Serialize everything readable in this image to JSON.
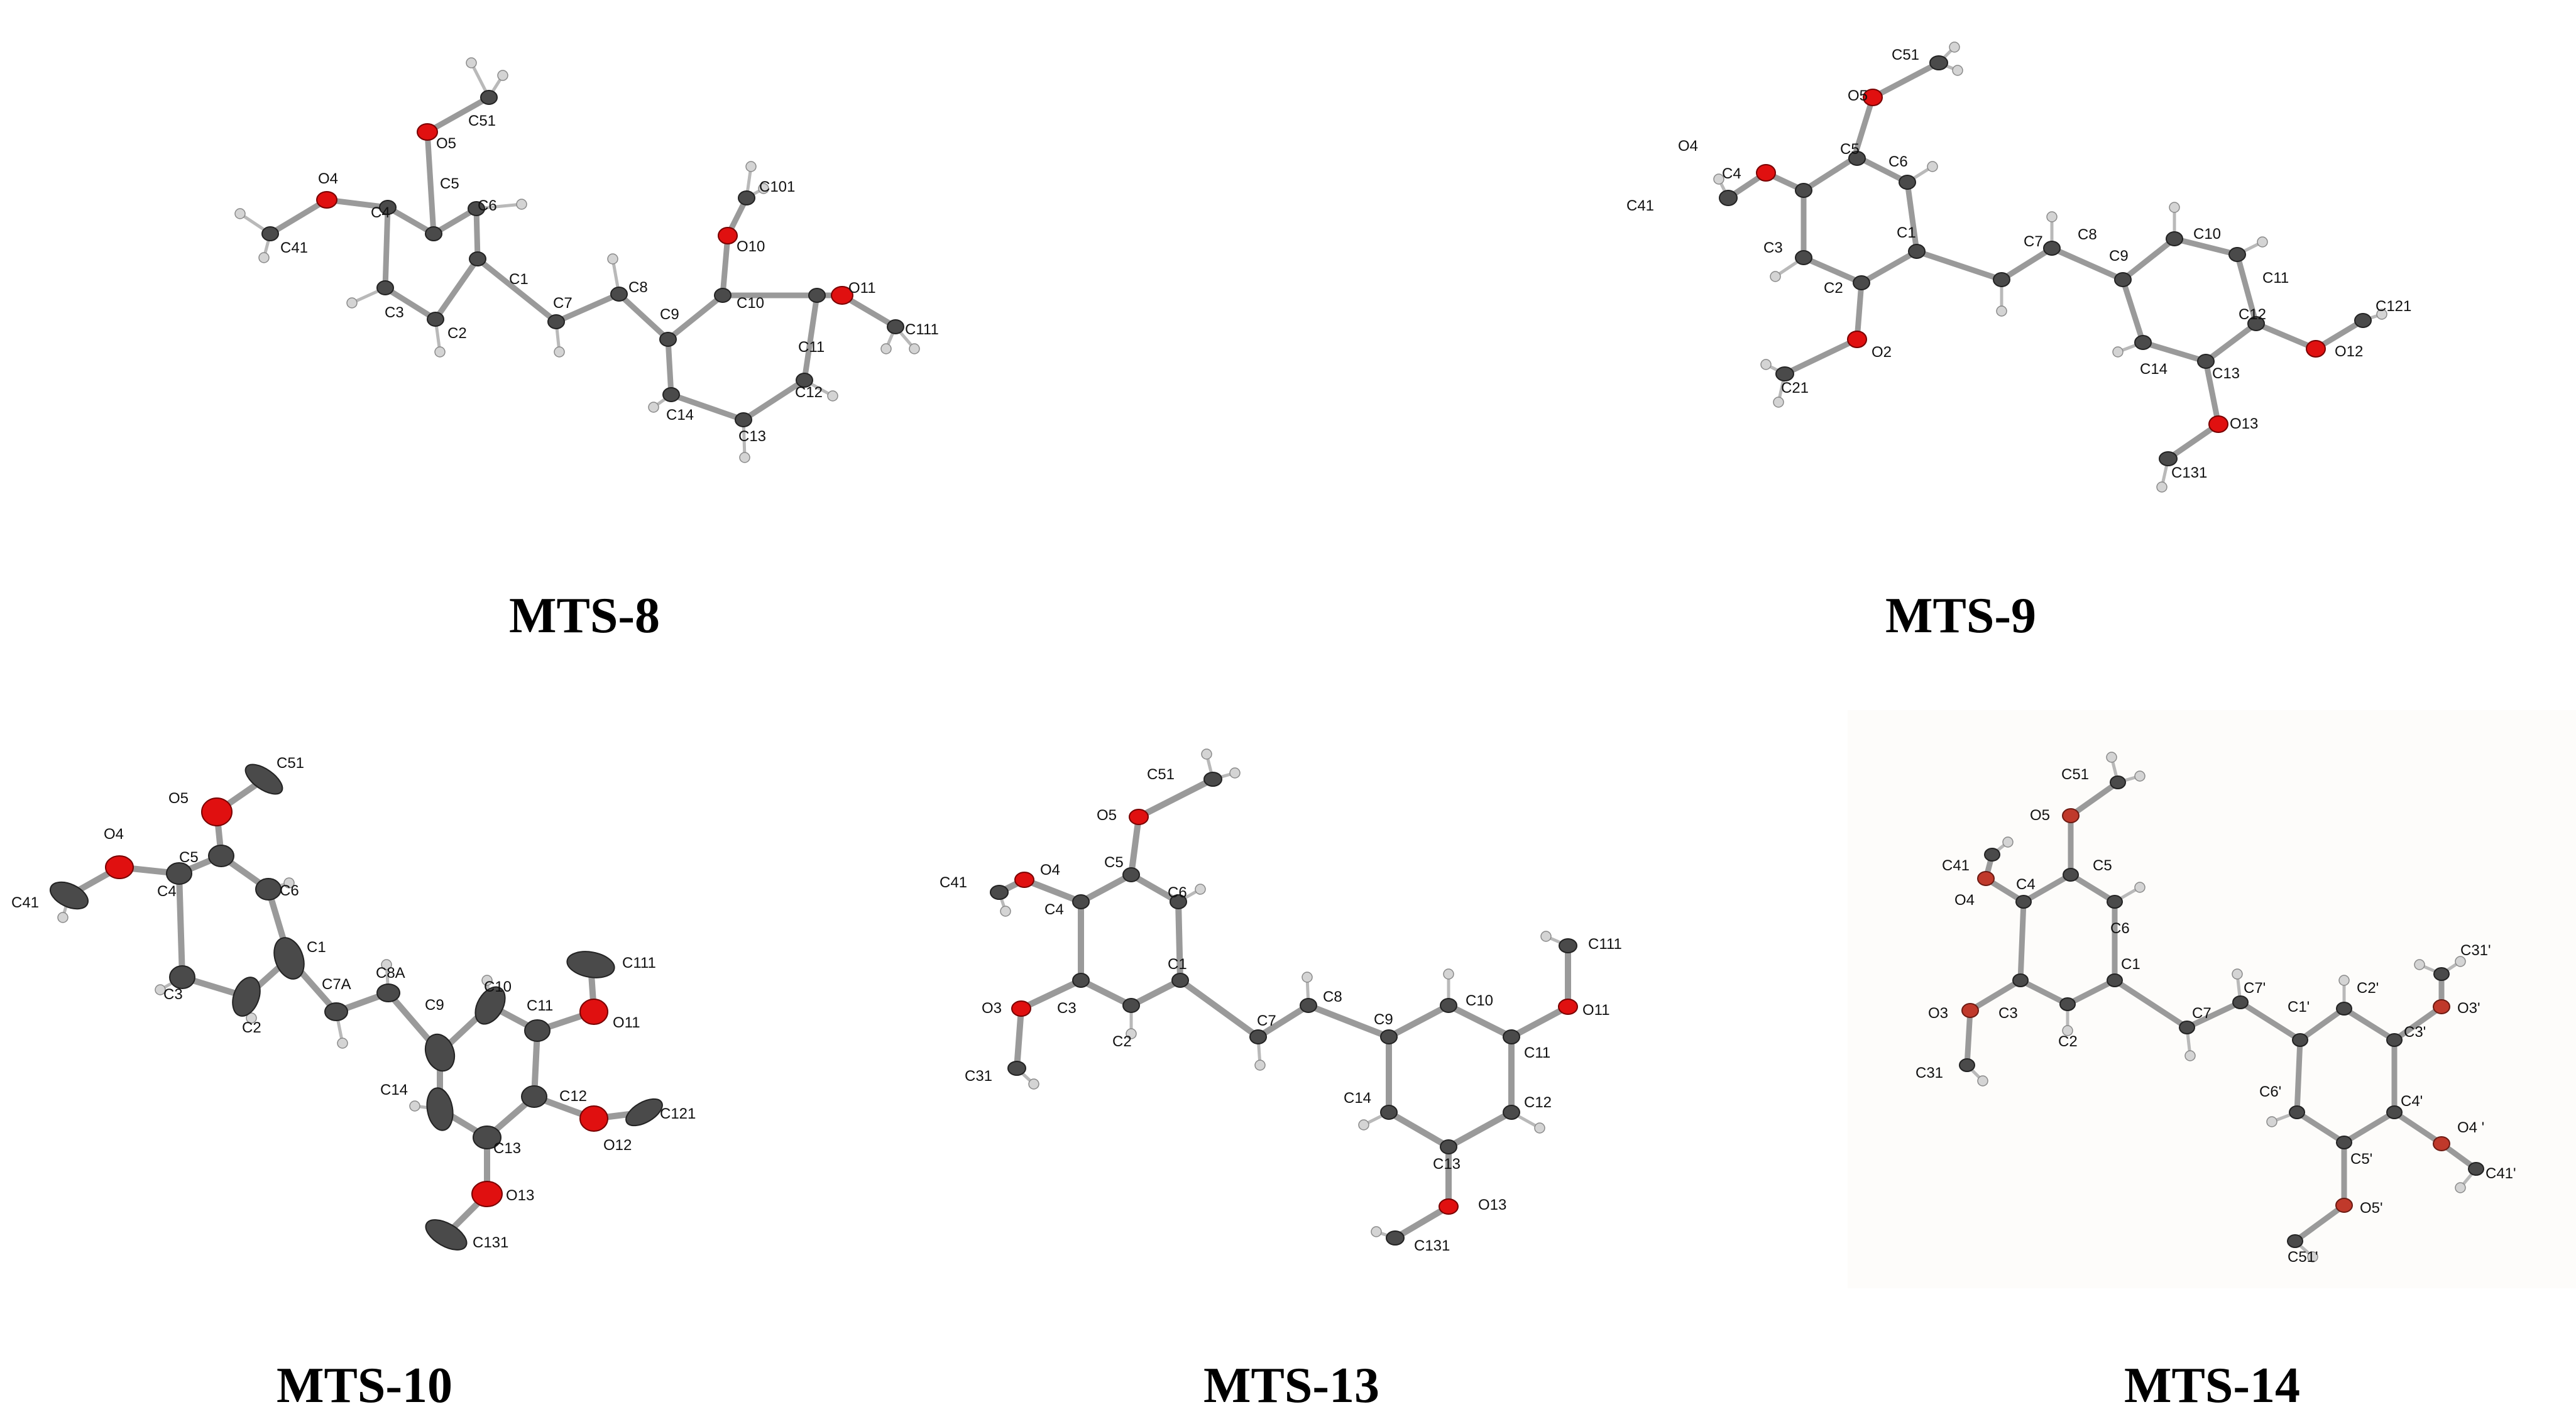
{
  "figure": {
    "panels": [
      {
        "id": "mts8",
        "caption": "MTS-8",
        "atoms": {
          "O4": "O4",
          "C41": "C41",
          "C4": "C4",
          "C5": "C5",
          "O5": "O5",
          "C51": "C51",
          "C6": "C6",
          "C1": "C1",
          "C3": "C3",
          "C2": "C2",
          "C7": "C7",
          "C8": "C8",
          "C9": "C9",
          "C10": "C10",
          "O10": "O10",
          "C101": "C101",
          "C11": "C11",
          "O11": "O11",
          "C111": "C111",
          "C12": "C12",
          "C13": "C13",
          "C14": "C14"
        }
      },
      {
        "id": "mts9",
        "caption": "MTS-9",
        "atoms": {
          "O5": "O5",
          "C51": "C51",
          "O4": "O4",
          "C5": "C5",
          "C4": "C4",
          "C41": "C41",
          "C6": "C6",
          "C1": "C1",
          "C3": "C3",
          "C2": "C2",
          "O2": "O2",
          "C21": "C21",
          "C7": "C7",
          "C8": "C8",
          "C9": "C9",
          "C10": "C10",
          "C11": "C11",
          "C12": "C12",
          "O12": "O12",
          "C121": "C121",
          "C13": "C13",
          "C14": "C14",
          "O13": "O13",
          "C131": "C131"
        }
      },
      {
        "id": "mts10",
        "caption": "MTS-10",
        "atoms": {
          "C51": "C51",
          "O5": "O5",
          "O4": "O4",
          "C5": "C5",
          "C41": "C41",
          "C4": "C4",
          "C6": "C6",
          "C1": "C1",
          "C3": "C3",
          "C2": "C2",
          "C7A": "C7A",
          "C8A": "C8A",
          "C9": "C9",
          "C10": "C10",
          "C11": "C11",
          "O11": "O11",
          "C111": "C111",
          "C12": "C12",
          "O12": "O12",
          "C121": "C121",
          "C13": "C13",
          "C14": "C14",
          "O13": "O13",
          "C131": "C131"
        }
      },
      {
        "id": "mts13",
        "caption": "MTS-13",
        "atoms": {
          "C51": "C51",
          "O5": "O5",
          "C41": "C41",
          "O4": "O4",
          "C5": "C5",
          "C4": "C4",
          "C6": "C6",
          "C1": "C1",
          "O3": "O3",
          "C3": "C3",
          "C2": "C2",
          "C31": "C31",
          "C7": "C7",
          "C8": "C8",
          "C9": "C9",
          "C10": "C10",
          "C111": "C111",
          "O11": "O11",
          "C11": "C11",
          "C12": "C12",
          "C14": "C14",
          "C13": "C13",
          "O13": "O13",
          "C131": "C131"
        }
      },
      {
        "id": "mts14",
        "caption": "MTS-14",
        "atoms": {
          "C51": "C51",
          "O5": "O5",
          "C41": "C41",
          "O4": "O4",
          "C4": "C4",
          "C5": "C5",
          "C6": "C6",
          "C1": "C1",
          "O3": "O3",
          "C3": "C3",
          "C2": "C2",
          "C31": "C31",
          "C7": "C7",
          "C7p": "C7'",
          "C1p": "C1'",
          "C2p": "C2'",
          "C31p": "C31'",
          "O3p": "O3'",
          "C3p": "C3'",
          "C6p": "C6'",
          "C4p": "C4'",
          "O4p": "O4 '",
          "C41p": "C41'",
          "C5p": "C5'",
          "O5p": "O5'",
          "C51p": "C51'"
        }
      }
    ]
  }
}
